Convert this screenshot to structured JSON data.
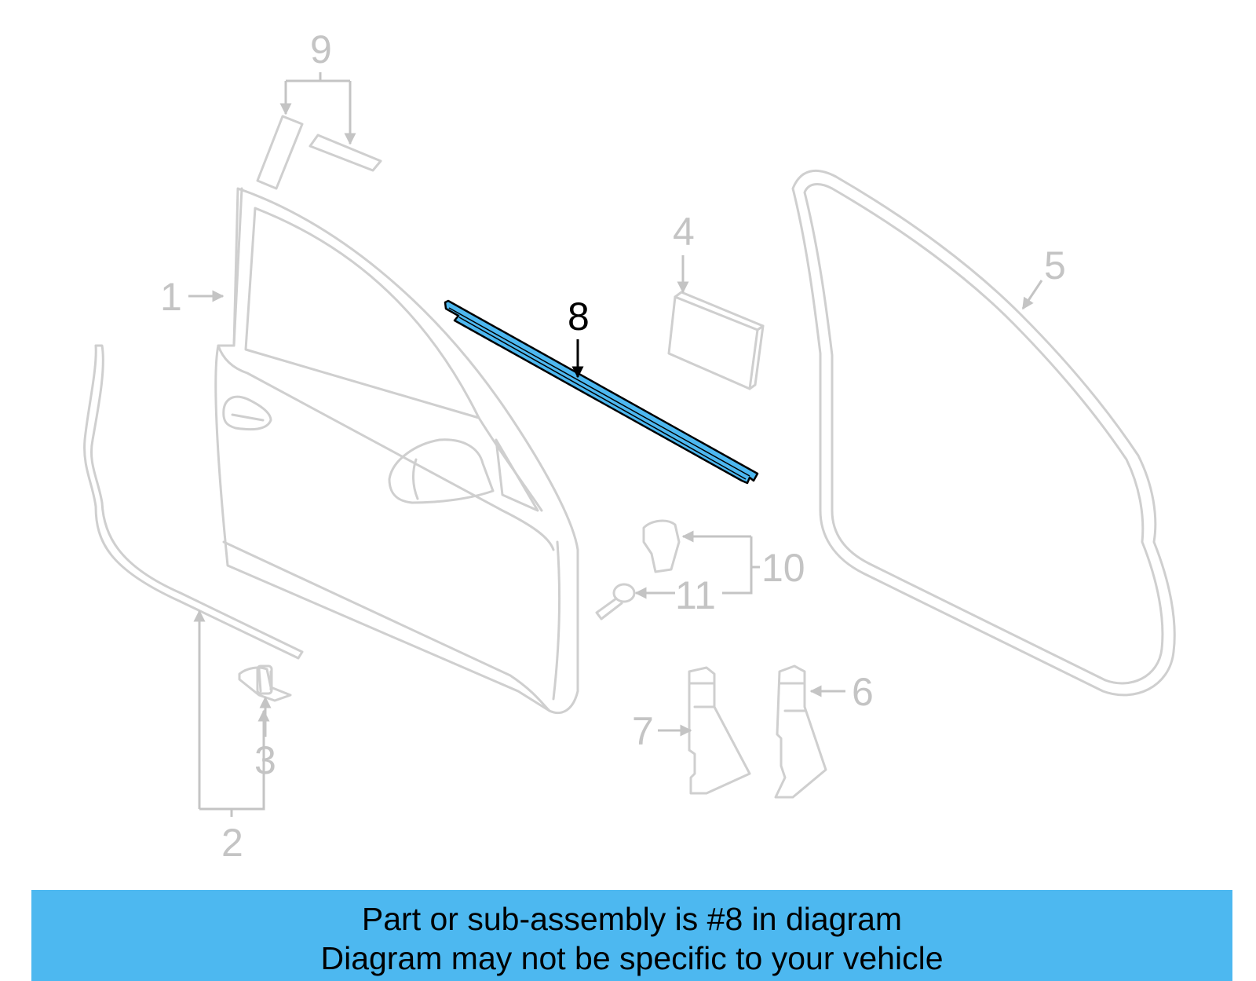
{
  "diagram": {
    "callouts": {
      "c1": "1",
      "c2": "2",
      "c3": "3",
      "c4": "4",
      "c5": "5",
      "c6": "6",
      "c7": "7",
      "c8": "8",
      "c9": "9",
      "c10": "10",
      "c11": "11"
    },
    "highlighted_part": "8",
    "colors": {
      "highlight_fill": "#4db8f0",
      "part_stroke": "#cfcfcf",
      "banner_bg": "#4db8f0"
    }
  },
  "banner": {
    "line1": "Part or sub-assembly is #8 in diagram",
    "line2": "Diagram may not be specific to your vehicle"
  }
}
